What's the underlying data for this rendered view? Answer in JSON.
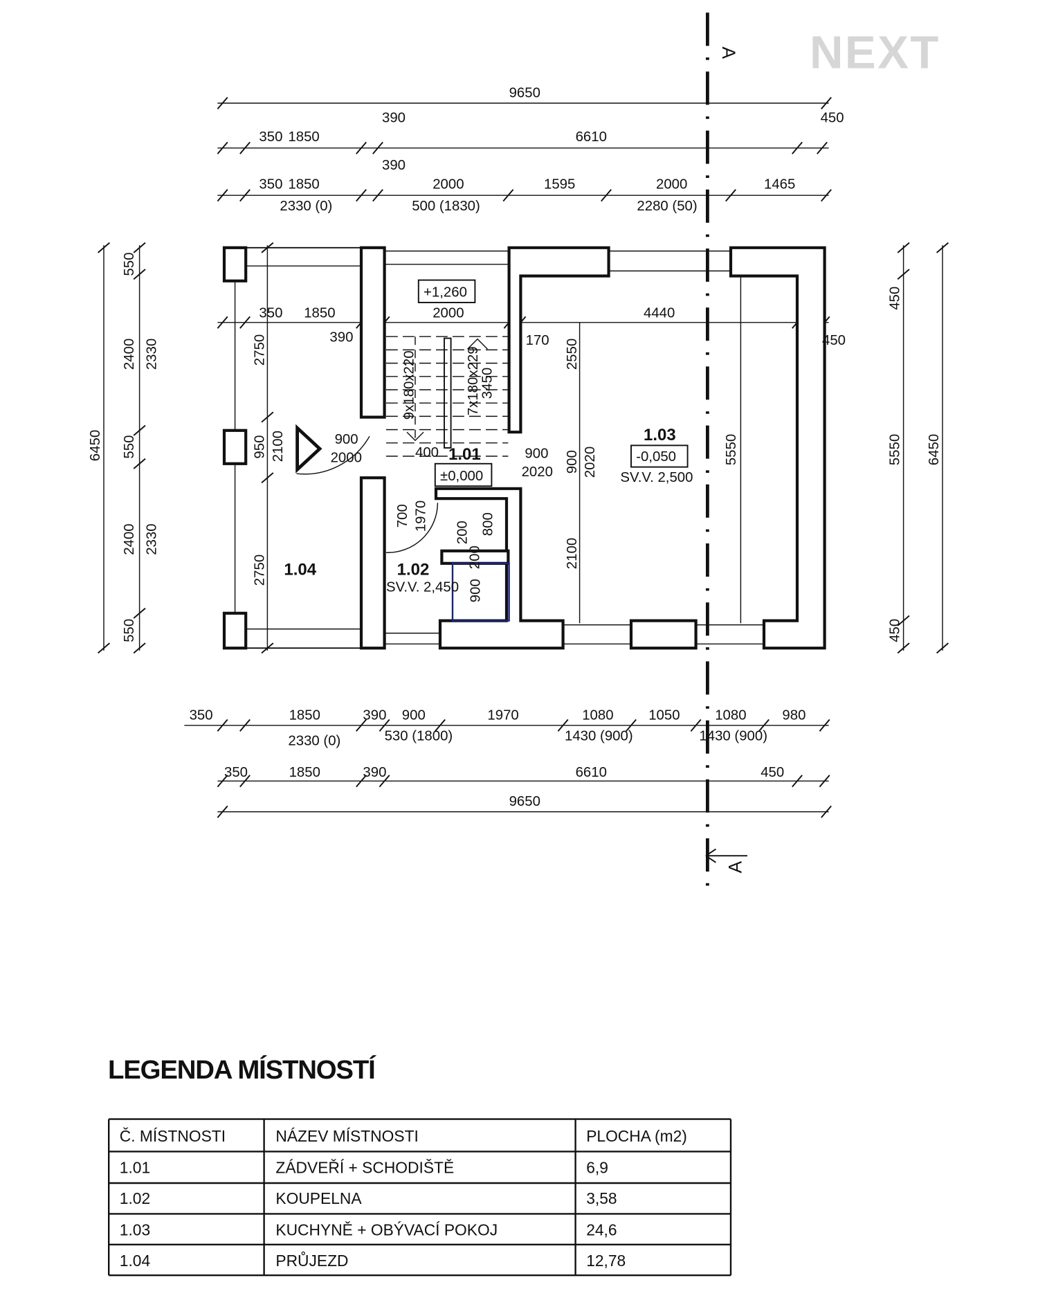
{
  "logo": {
    "text": "NEXT"
  },
  "section_marker": {
    "label": "A"
  },
  "dimensions": {
    "top_overall": "9650",
    "top_row2": [
      "350",
      "1850",
      "390",
      "6610",
      "450"
    ],
    "top_row3": [
      "350",
      "1850",
      "390",
      "2000",
      "1595",
      "2000",
      "1465"
    ],
    "top_row3_sub": [
      "2330 (0)",
      "500 (1830)",
      "2280 (50)"
    ],
    "left_outer": "6450",
    "left_col1": [
      "550",
      "2400",
      "550",
      "2400",
      "550"
    ],
    "left_col2": [
      "2330",
      "2330"
    ],
    "left_inner": [
      "2750",
      "950",
      "2100",
      "2750"
    ],
    "right_col1": [
      "450",
      "5550",
      "450"
    ],
    "right_outer": "6450",
    "interior": [
      "350",
      "1850",
      "2000",
      "4440",
      "390",
      "170",
      "450",
      "2550",
      "5550",
      "2100",
      "400"
    ],
    "stairs": [
      "9x180x220",
      "7x180x229",
      "3450"
    ],
    "doors": [
      "900",
      "2000",
      "900",
      "2020",
      "900",
      "2020",
      "700",
      "1970",
      "200",
      "800",
      "200",
      "900"
    ],
    "bottom_row1": [
      "350",
      "1850",
      "390",
      "900",
      "1970",
      "1080",
      "1050",
      "1080",
      "980"
    ],
    "bottom_row1_sub": [
      "2330 (0)",
      "530 (1800)",
      "1430 (900)",
      "1430 (900)"
    ],
    "bottom_row2": [
      "350",
      "1850",
      "390",
      "6610",
      "450"
    ],
    "bottom_overall": "9650"
  },
  "levels": {
    "landing": "+1,260",
    "entry": "±0,000",
    "living": "-0,050"
  },
  "rooms": [
    {
      "number": "1.01"
    },
    {
      "number": "1.02",
      "height": "SV.V. 2,450"
    },
    {
      "number": "1.03",
      "height": "SV.V. 2,500"
    },
    {
      "number": "1.04"
    }
  ],
  "legend": {
    "title": "LEGENDA MÍSTNOSTÍ",
    "headers": [
      "Č. MÍSTNOSTI",
      "NÁZEV MÍSTNOSTI",
      "PLOCHA (m2)"
    ],
    "rows": [
      [
        "1.01",
        "ZÁDVEŘÍ + SCHODIŠTĚ",
        "6,9"
      ],
      [
        "1.02",
        "KOUPELNA",
        "3,58"
      ],
      [
        "1.03",
        "KUCHYNĚ + OBÝVACÍ POKOJ",
        "24,6"
      ],
      [
        "1.04",
        "PRŮJEZD",
        "12,78"
      ]
    ]
  },
  "colors": {
    "line": "#111111",
    "bath_fixture": "#1a237e",
    "logo": "#d6d6d6"
  }
}
